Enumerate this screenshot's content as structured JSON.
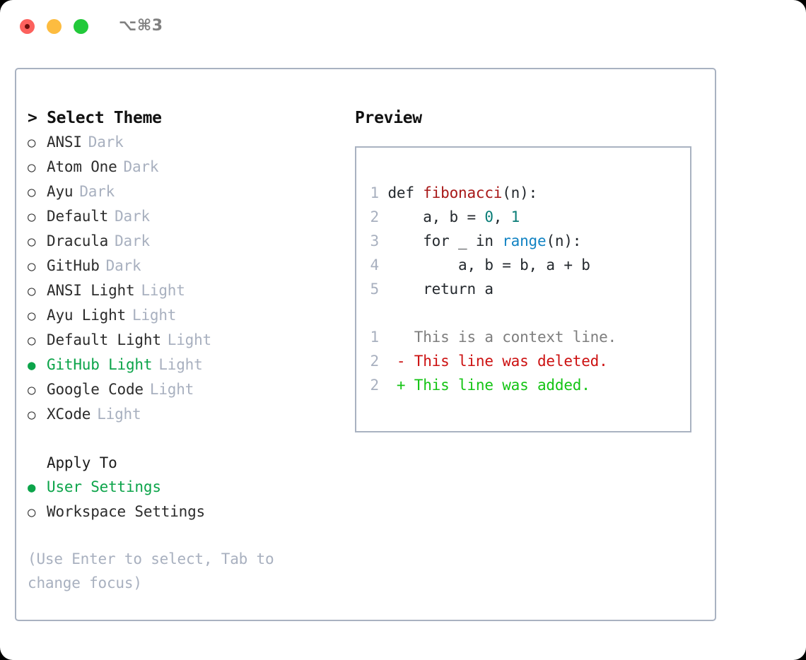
{
  "window": {
    "shortcut": "⌥⌘3",
    "traffic_lights": [
      {
        "name": "close",
        "color": "#fc615d"
      },
      {
        "name": "minimize",
        "color": "#fdbc40"
      },
      {
        "name": "maximize",
        "color": "#22c93a"
      }
    ]
  },
  "theme_picker": {
    "title": "> Select Theme",
    "marker_selected": "●",
    "marker_unselected": "○",
    "selected_theme": "GitHub Light",
    "items": [
      {
        "label": "ANSI",
        "badge": "Dark",
        "selected": false
      },
      {
        "label": "Atom One",
        "badge": "Dark",
        "selected": false
      },
      {
        "label": "Ayu",
        "badge": "Dark",
        "selected": false
      },
      {
        "label": "Default",
        "badge": "Dark",
        "selected": false
      },
      {
        "label": "Dracula",
        "badge": "Dark",
        "selected": false
      },
      {
        "label": "GitHub",
        "badge": "Dark",
        "selected": false
      },
      {
        "label": "ANSI Light",
        "badge": "Light",
        "selected": false
      },
      {
        "label": "Ayu Light",
        "badge": "Light",
        "selected": false
      },
      {
        "label": "Default Light",
        "badge": "Light",
        "selected": false
      },
      {
        "label": "GitHub Light",
        "badge": "Light",
        "selected": true
      },
      {
        "label": "Google Code",
        "badge": "Light",
        "selected": false
      },
      {
        "label": "XCode",
        "badge": "Light",
        "selected": false
      }
    ]
  },
  "apply_to": {
    "title": "Apply To",
    "selected_option": "User Settings",
    "options": [
      {
        "label": "User Settings",
        "selected": true
      },
      {
        "label": "Workspace Settings",
        "selected": false
      }
    ]
  },
  "hint": "(Use Enter to select, Tab to change focus)",
  "preview": {
    "title": "Preview",
    "code_lines": [
      {
        "num": "1",
        "tokens": [
          {
            "text": "def ",
            "type": "plain"
          },
          {
            "text": "fibonacci",
            "type": "func"
          },
          {
            "text": "(n):",
            "type": "plain"
          }
        ]
      },
      {
        "num": "2",
        "tokens": [
          {
            "text": "    a, b = ",
            "type": "plain"
          },
          {
            "text": "0",
            "type": "num"
          },
          {
            "text": ", ",
            "type": "plain"
          },
          {
            "text": "1",
            "type": "num"
          }
        ]
      },
      {
        "num": "3",
        "tokens": [
          {
            "text": "    for _ in ",
            "type": "plain"
          },
          {
            "text": "range",
            "type": "call"
          },
          {
            "text": "(n):",
            "type": "plain"
          }
        ]
      },
      {
        "num": "4",
        "tokens": [
          {
            "text": "        a, b = b, a + b",
            "type": "plain"
          }
        ]
      },
      {
        "num": "5",
        "tokens": [
          {
            "text": "    return a",
            "type": "plain"
          }
        ]
      }
    ],
    "diff_lines": [
      {
        "num": "1",
        "sign": " ",
        "text": "This is a context line.",
        "type": "ctx"
      },
      {
        "num": "2",
        "sign": "-",
        "text": "This line was deleted.",
        "type": "del"
      },
      {
        "num": "2",
        "sign": "+",
        "text": "This line was added.",
        "type": "add"
      }
    ]
  },
  "colors": {
    "border": "#a9b2c1",
    "selected_green": "#0ca44a",
    "badge_gray": "#a8b0bf",
    "diff_add": "#14c414",
    "diff_del": "#cc1111",
    "func_red": "#a81818",
    "call_blue": "#1283c3",
    "num_teal": "#0a7d77"
  }
}
